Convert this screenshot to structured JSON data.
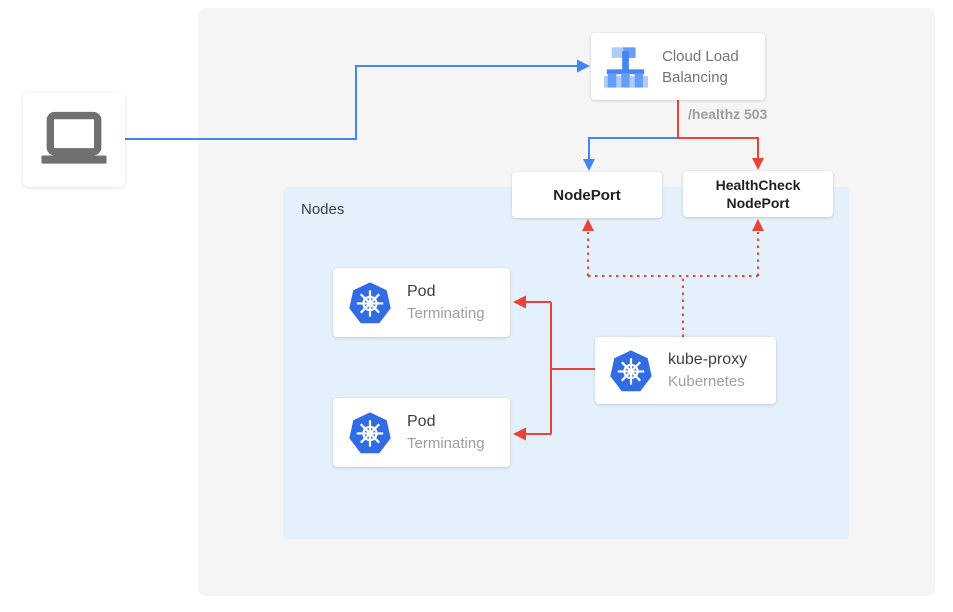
{
  "colors": {
    "blue": "#4285f4",
    "red": "#ea4335",
    "surface": "#f5f5f6",
    "nodes_bg": "#e4f0fb",
    "text_dark": "#202124",
    "text_gray": "#757575",
    "text_light_gray": "#9e9e9e",
    "k8s_blue": "#326ce5",
    "laptop_gray": "#707070",
    "lb_dark": "#4285f4",
    "lb_mid": "#669df6",
    "lb_light": "#aecbfa"
  },
  "icons": {
    "client": "laptop-icon",
    "load_balancer": "cloud-load-balancing-icon",
    "kubernetes": "kubernetes-wheel-icon"
  },
  "diagram": {
    "load_balancer": {
      "line1": "Cloud Load",
      "line2": "Balancing"
    },
    "health_check_label": "/healthz 503",
    "nodeport": {
      "label": "NodePort"
    },
    "healthcheck_nodeport": {
      "line1": "HealthCheck",
      "line2": "NodePort"
    },
    "nodes_group": {
      "label": "Nodes"
    },
    "pods": [
      {
        "title": "Pod",
        "status": "Terminating"
      },
      {
        "title": "Pod",
        "status": "Terminating"
      }
    ],
    "kube_proxy": {
      "title": "kube-proxy",
      "subtitle": "Kubernetes"
    }
  }
}
